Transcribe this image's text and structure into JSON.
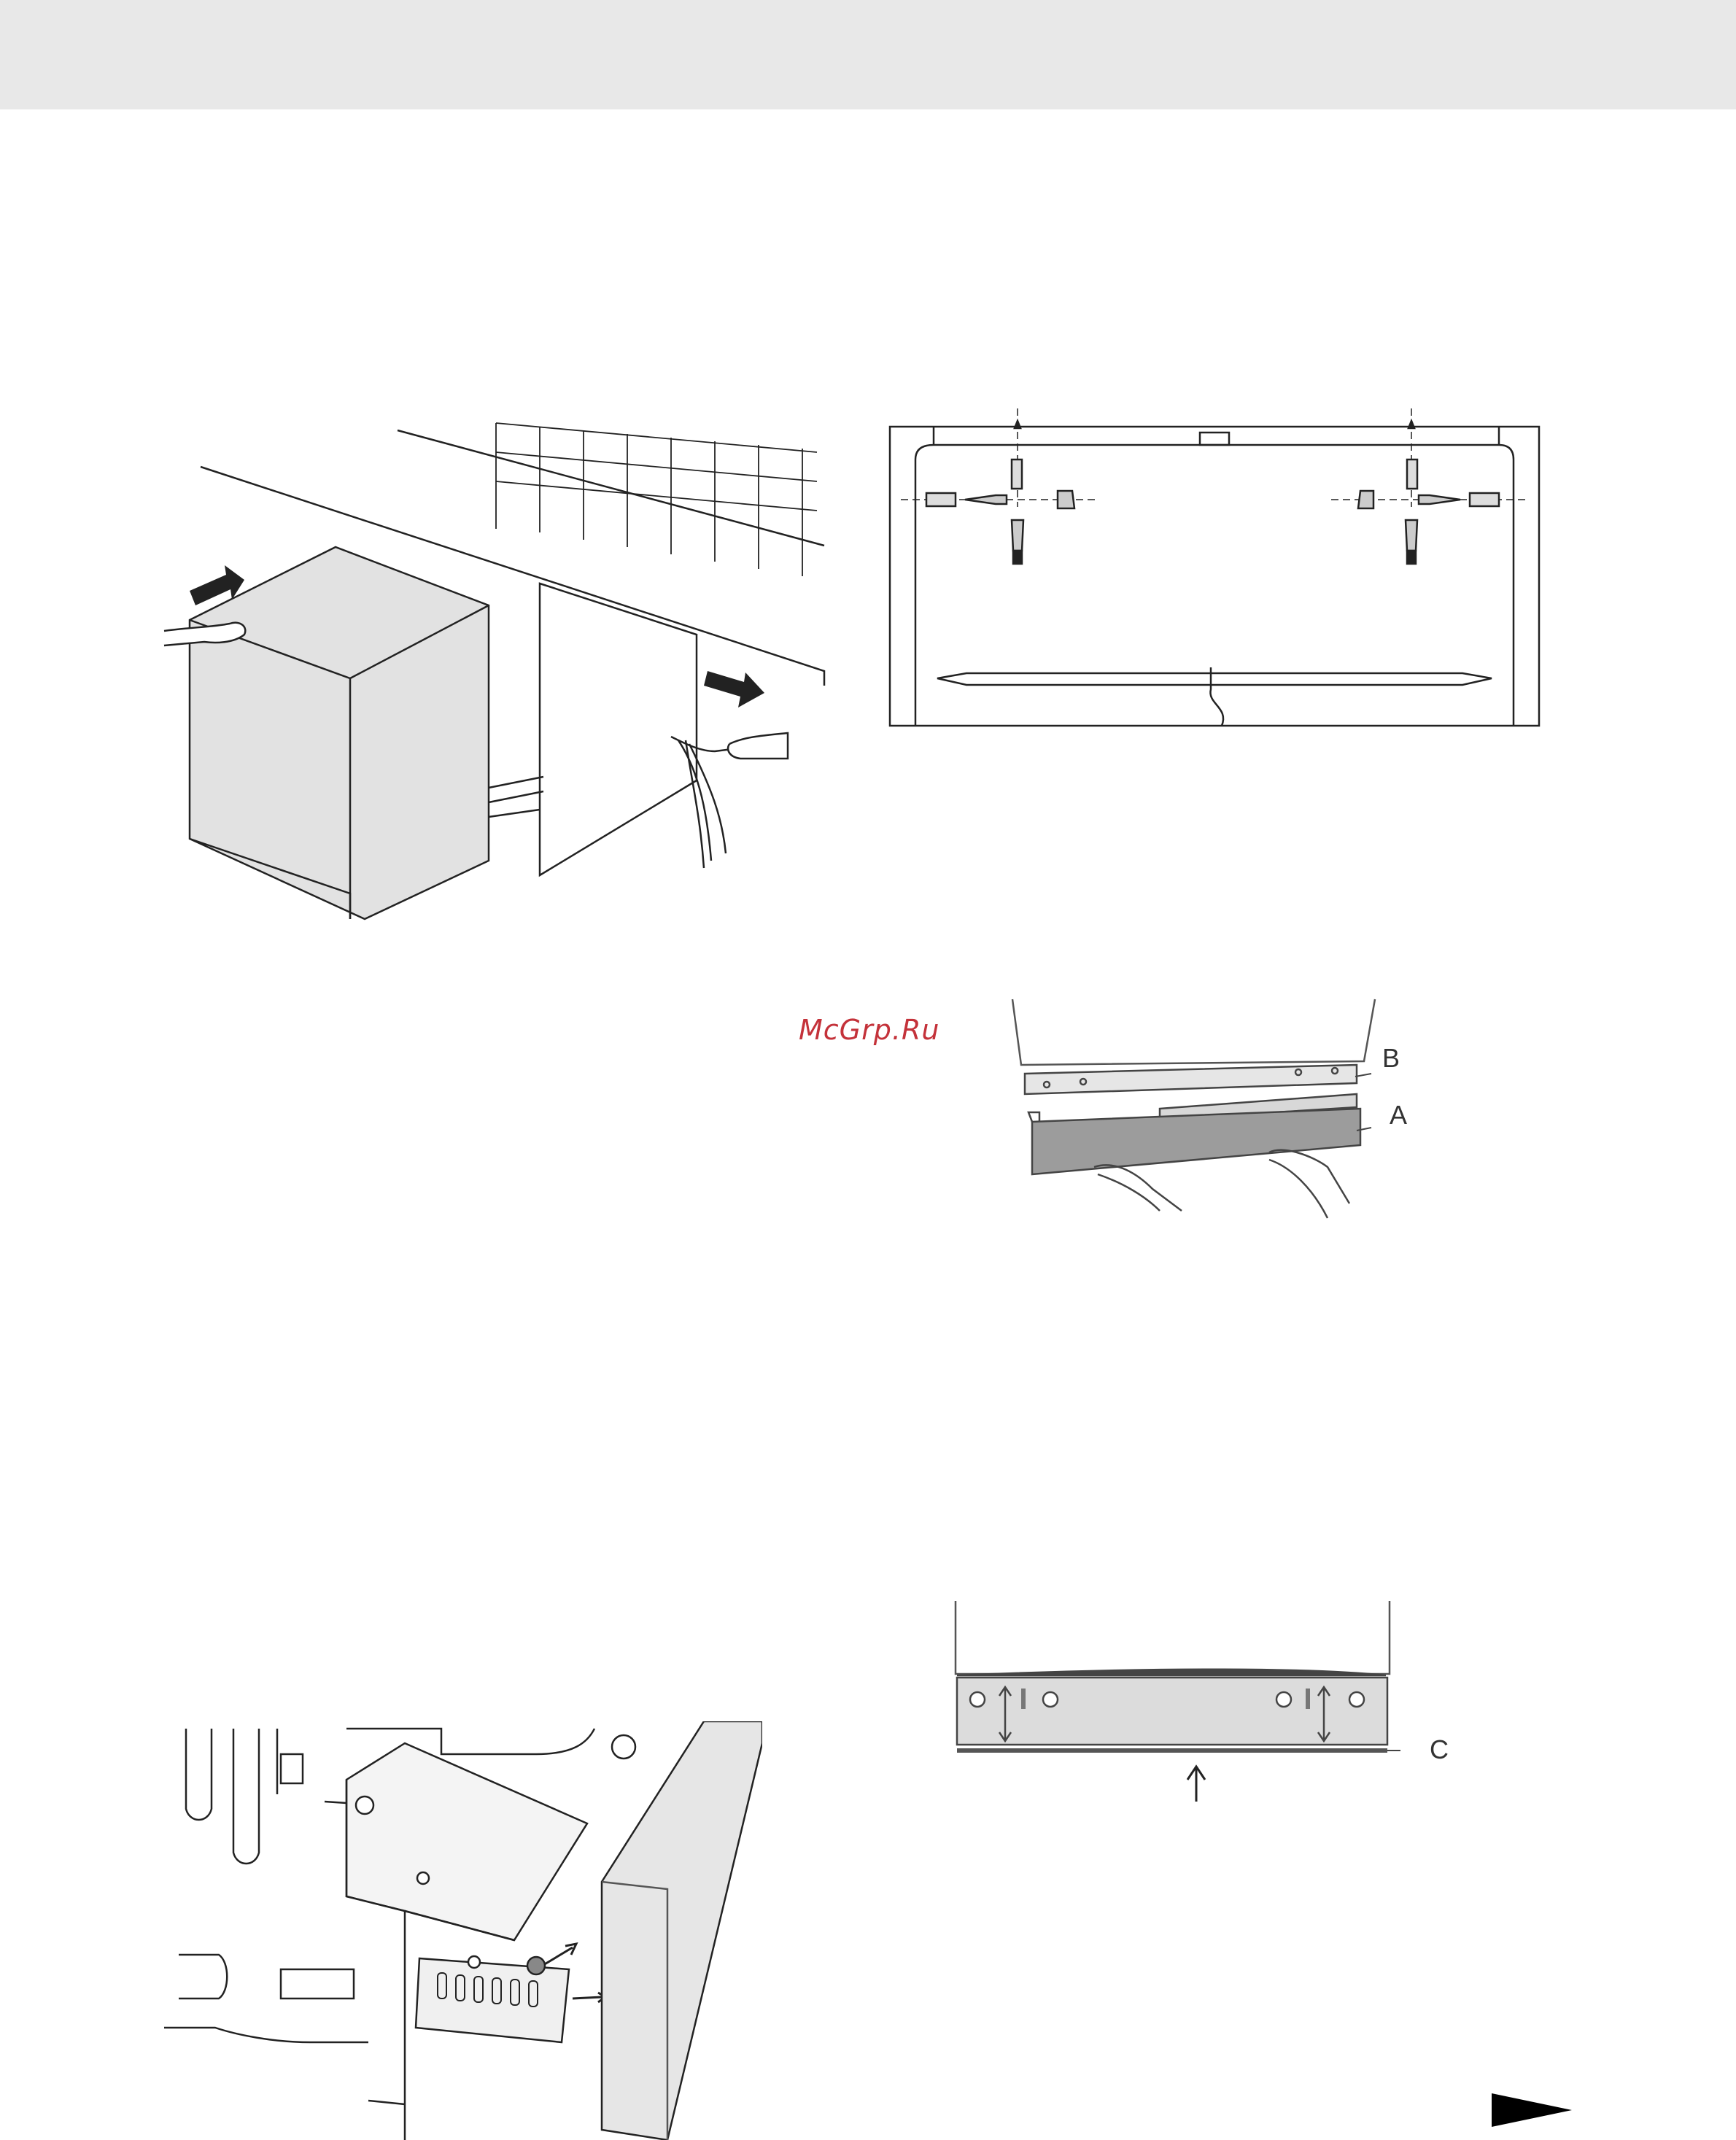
{
  "header": {
    "band_color": "#e8e8e8"
  },
  "watermark": {
    "text": "McGrp.Ru",
    "color": "#c4323a"
  },
  "figures": {
    "push_in": {
      "icons": [
        "push-arrow-icon",
        "pull-cable-arrow-icon"
      ]
    },
    "mounting_brackets": {
      "icons": [
        "anchor-icon",
        "screw-icon",
        "bolt-icon"
      ]
    },
    "kickplate": {
      "label_a": "A",
      "label_b": "B"
    },
    "bracket_adjust": {
      "icons": [
        "bracket-icon",
        "adjust-arrow-icon"
      ]
    },
    "seal_strip": {
      "label_c": "C"
    }
  },
  "next_arrow": {
    "icon": "next-page-arrow-icon",
    "color": "#000000"
  }
}
